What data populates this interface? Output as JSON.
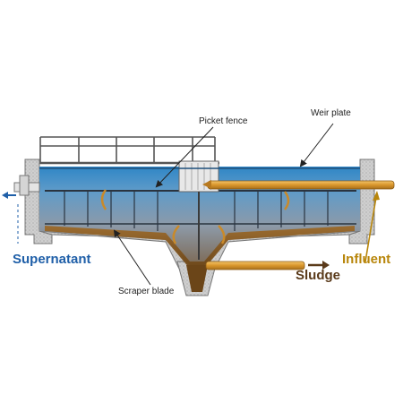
{
  "labels": {
    "picket_fence": "Picket fence",
    "weir_plate": "Weir plate",
    "supernatant": "Supernatant",
    "influent": "Influent",
    "sludge": "Sludge",
    "scraper_blade": "Scraper blade"
  },
  "colors": {
    "supernatant_text": "#1f5fa8",
    "influent_text": "#b8860b",
    "sludge_text": "#5a3a1a",
    "water_top": "#2f86c6",
    "water_mid": "#8aa7c0",
    "sludge_layer": "#8a5a1e",
    "concrete": "#c8c8c8",
    "pipe": "#e0a33a"
  },
  "icons": {
    "supernatant_arrow": "arrow-left-icon",
    "influent_arrow": "arrow-up-icon",
    "sludge_arrow": "arrow-right-icon"
  }
}
